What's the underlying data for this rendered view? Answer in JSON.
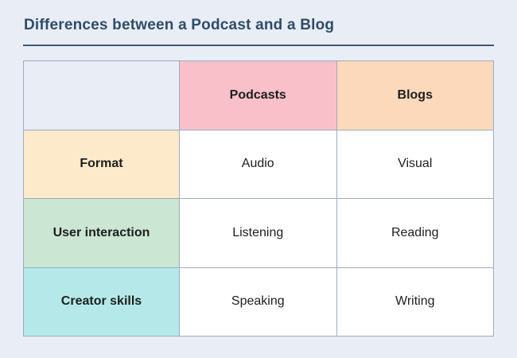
{
  "page": {
    "title": "Differences between a Podcast and a Blog",
    "background": "#e9edf6",
    "title_color": "#2f4d68",
    "divider_color": "#3d5a75"
  },
  "colors": {
    "border": "#9aadc2",
    "podcasts_header": "#f9c0c9",
    "blogs_header": "#fdd9bc",
    "format_label": "#fdeaca",
    "user_interaction_label": "#cbe6d2",
    "creator_skills_label": "#b5e9e9",
    "cell_background": "#ffffff",
    "cell_text": "#1e1e1e"
  },
  "chart_data": {
    "type": "table",
    "title": "Differences between a Podcast and a Blog",
    "columns": [
      "",
      "Podcasts",
      "Blogs"
    ],
    "rows": [
      {
        "label": "Format",
        "values": [
          "Audio",
          "Visual"
        ]
      },
      {
        "label": "User interaction",
        "values": [
          "Listening",
          "Reading"
        ]
      },
      {
        "label": "Creator skills",
        "values": [
          "Speaking",
          "Writing"
        ]
      }
    ],
    "layout_hints": {
      "header_row_colored": true,
      "label_column_colored": true,
      "grid_on": true
    }
  }
}
